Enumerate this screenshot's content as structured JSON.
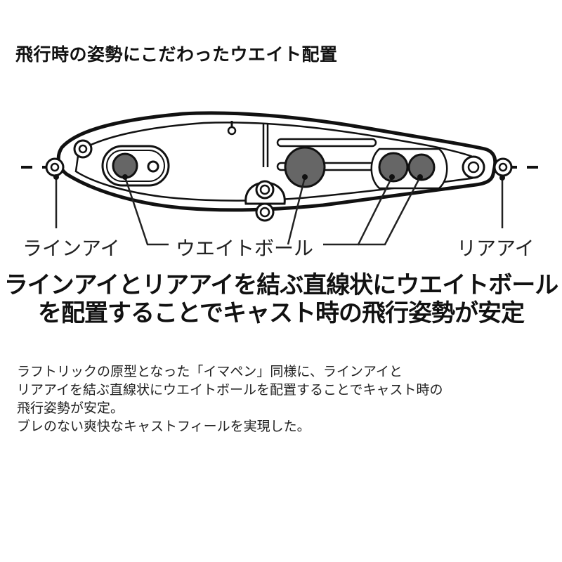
{
  "title": "飛行時の姿勢にこだわったウエイト配置",
  "diagram": {
    "labels": {
      "line_eye": "ラインアイ",
      "weight_ball": "ウエイトボール",
      "rear_eye": "リアアイ"
    },
    "colors": {
      "outline": "#111111",
      "weight_ball": "#666666",
      "background": "#ffffff"
    },
    "weight_ball_count": 4
  },
  "headline": {
    "line1": "ラインアイとリアアイを結ぶ直線状にウエイトボール",
    "line2": "を配置することでキャスト時の飛行姿勢が安定"
  },
  "description": {
    "lines": [
      "ラフトリックの原型となった「イマペン」同様に、ラインアイと",
      "リアアイを結ぶ直線状にウエイトボールを配置することでキャスト時の",
      "飛行姿勢が安定。",
      "ブレのない爽快なキャストフィールを実現した。"
    ]
  }
}
